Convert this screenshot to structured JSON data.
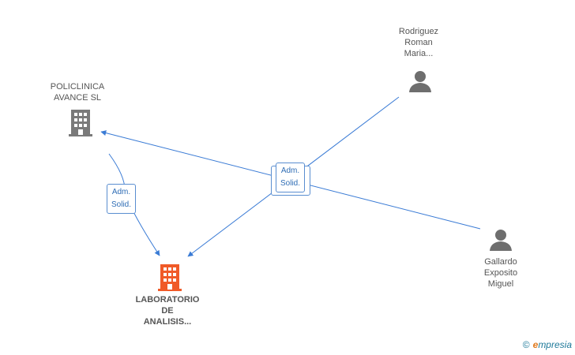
{
  "nodes": {
    "policlinica": {
      "lines": [
        "POLICLINICA",
        "AVANCE SL"
      ]
    },
    "rodriguez": {
      "lines": [
        "Rodriguez",
        "Roman",
        "Maria..."
      ]
    },
    "gallardo": {
      "lines": [
        "Gallardo",
        "Exposito",
        "Miguel"
      ]
    },
    "laboratorio": {
      "lines": [
        "LABORATORIO",
        "DE",
        "ANALISIS..."
      ]
    }
  },
  "relations": {
    "left": {
      "lines": [
        "Adm.",
        "Solid."
      ]
    },
    "center": {
      "lines": [
        "Adm.",
        "Solid."
      ]
    }
  },
  "footer": {
    "copyright": "©",
    "brand_initial": "e",
    "brand_rest": "mpresia"
  },
  "colors": {
    "edge": "#3a7bd5",
    "company_icon": "#7a7a7a",
    "main_icon": "#f05a28",
    "person_icon": "#6e6e6e"
  }
}
